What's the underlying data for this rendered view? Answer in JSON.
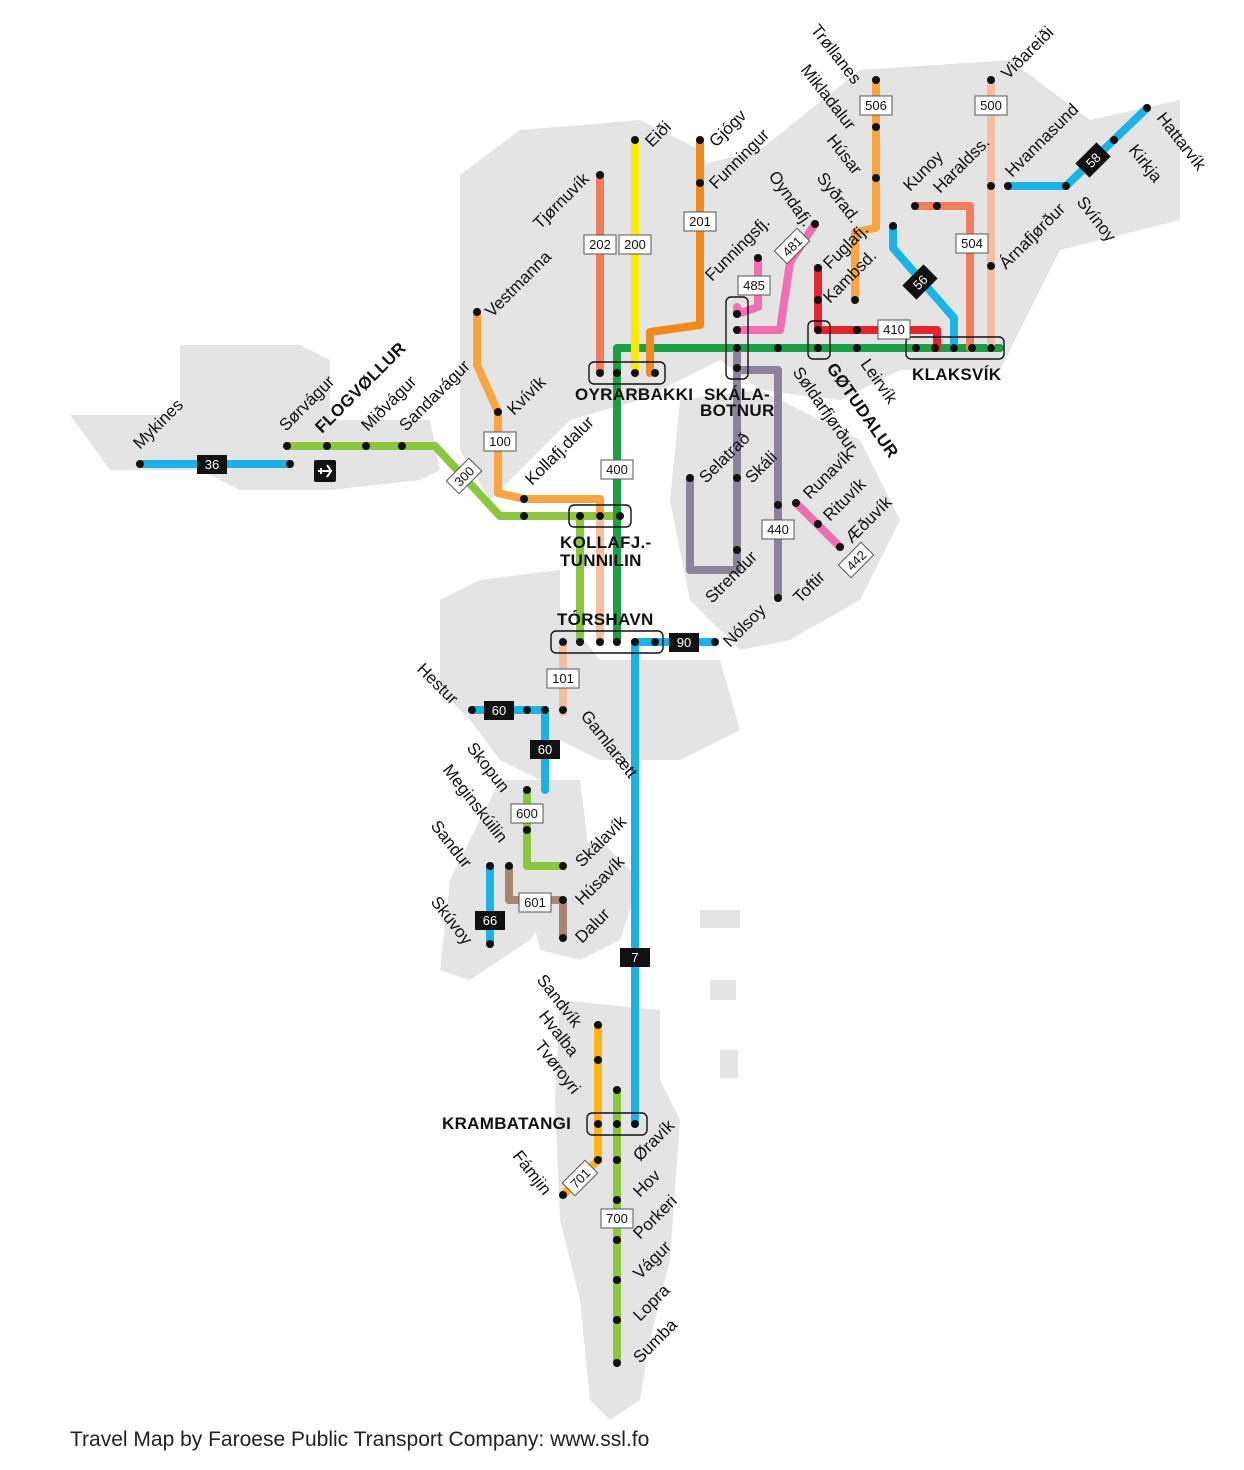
{
  "caption": "Travel Map by Faroese Public Transport Company: www.ssl.fo",
  "colors": {
    "land": "#e4e4e5",
    "blue": "#1ab3e8",
    "green": "#1e9e45",
    "lightgreen": "#8cc63e",
    "orange": "#f7a540",
    "darkorange": "#f08a1c",
    "yellow": "#fbe900",
    "salmon": "#f07d5e",
    "peach": "#f6bea0",
    "pink": "#ef6fb0",
    "red": "#e2252c",
    "purple": "#8d8299",
    "brown": "#a98673",
    "gold": "#fbb614"
  },
  "hubs": {
    "oyrarbakki": "OYRARBAKKI",
    "skala1": "SKÁLA-",
    "skala2": "BOTNUR",
    "gotudalur": "GØTUDALUR",
    "klaksvik": "KLAKSVÍK",
    "kollafj1": "KOLLAFJ.-",
    "kollafj2": "TUNNILIN",
    "torshavn": "TÓRSHAVN",
    "krambatangi": "KRAMBATANGI",
    "flogvollur": "FLOGVØLLUR"
  },
  "stations": {
    "mykines": "Mykines",
    "sorvagur": "Sørvágur",
    "midvagur": "Miðvágur",
    "sandavagur": "Sandavágur",
    "vestmanna": "Vestmanna",
    "kvivik": "Kvívík",
    "kollafjdalur": "Kollafj.dalur",
    "tjornuvik": "Tjørnuvík",
    "eidi": "Eiði",
    "gjogv": "Gjógv",
    "funningur": "Funningur",
    "funningsfj": "Funningsfj.",
    "oyndafj": "Oyndafj.",
    "trollanes": "Trøllanes",
    "mikladalur": "Mikladalur",
    "husar": "Húsar",
    "sydrad": "Syðrad.",
    "fuglafj": "Fuglafj.",
    "kambsd": "Kambsd.",
    "kunoy": "Kunoy",
    "haraldss": "Haraldss.",
    "vidareidi": "Viðareiði",
    "hvannasund": "Hvannasund",
    "arnafjordur": "Árnafjørður",
    "svinoy": "Svínoy",
    "kirkja": "Kirkja",
    "hattarvik": "Hattarvík",
    "leirvik": "Leirvík",
    "soldarfjordur": "Søldarfjørður",
    "selatrad": "Selatrað",
    "skali": "Skáli",
    "strendur": "Strendur",
    "runavik": "Runavík",
    "rituvik": "Rituvík",
    "aeduvik": "Æðuvík",
    "toftir": "Toftir",
    "nolsoy": "Nólsoy",
    "hestur": "Hestur",
    "gamlaraett": "Gamlarætt",
    "skopun": "Skopun",
    "meginskuilin": "Meginskúilin",
    "skalavik": "Skálavík",
    "husavik": "Húsavík",
    "sandur": "Sandur",
    "skuvoy": "Skúvoy",
    "dalur": "Dalur",
    "sandvik": "Sandvík",
    "hvalba": "Hvalba",
    "tvoroyri": "Tvøroyri",
    "famjin": "Fámjin",
    "oravik": "Øravík",
    "hov": "Hov",
    "porkeri": "Porkeri",
    "vagur": "Vágur",
    "lopra": "Lopra",
    "sumba": "Sumba"
  },
  "routes": {
    "r36": "36",
    "r300": "300",
    "r100": "100",
    "r400": "400",
    "r202": "202",
    "r200": "200",
    "r201": "201",
    "r485": "485",
    "r481": "481",
    "r506": "506",
    "r500": "500",
    "r504": "504",
    "r410": "410",
    "r56": "56",
    "r58": "58",
    "r440": "440",
    "r442": "442",
    "r90": "90",
    "r101": "101",
    "r60a": "60",
    "r60b": "60",
    "r600": "600",
    "r601": "601",
    "r66": "66",
    "r7": "7",
    "r701": "701",
    "r700": "700"
  }
}
